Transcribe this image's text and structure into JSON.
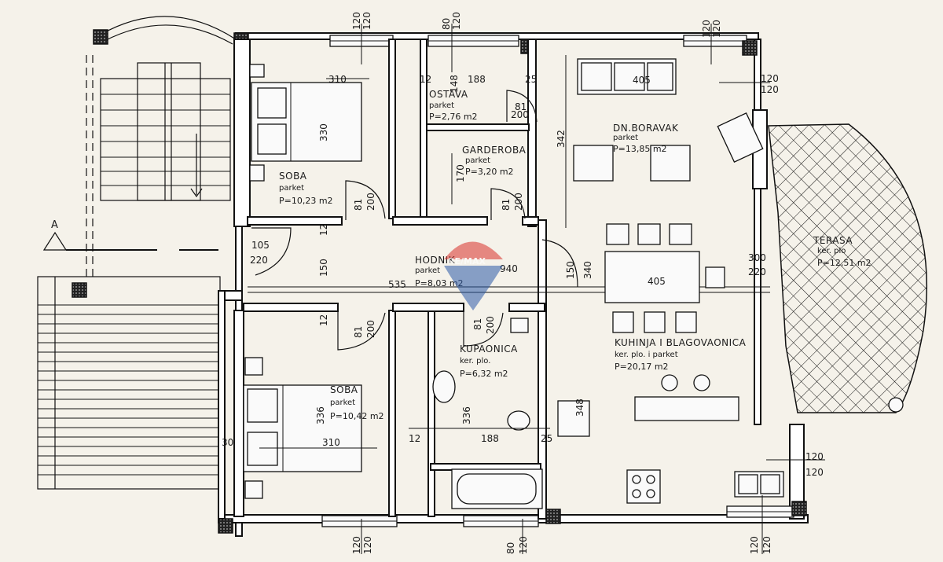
{
  "rooms": {
    "soba_top": {
      "name": "SOBA",
      "floor": "parket",
      "area": "P=10,23 m2"
    },
    "ostava": {
      "name": "OSTAVA",
      "floor": "parket",
      "area": "P=2,76 m2"
    },
    "garderoba": {
      "name": "GARDEROBA",
      "floor": "parket",
      "area": "P=3,20 m2"
    },
    "dn_boravak": {
      "name": "DN.BORAVAK",
      "floor": "parket",
      "area": "P=13,85 m2"
    },
    "hodnik": {
      "name": "HODNIK",
      "floor": "parket",
      "area": "P=8,03 m2"
    },
    "soba_bottom": {
      "name": "SOBA",
      "floor": "parket",
      "area": "P=10,42 m2"
    },
    "kupaonica": {
      "name": "KUPAONICA",
      "floor": "ker. plo.",
      "area": "P=6,32 m2"
    },
    "kuhinja": {
      "name": "KUHINJA I BLAGOVAONICA",
      "floor": "ker. plo. i parket",
      "area": "P=20,17 m2"
    },
    "terasa": {
      "name": "TERASA",
      "floor": "ker. plo",
      "area": "P=12,51 m2"
    }
  },
  "section_marker": "A",
  "dimensions": {
    "top_120a": "120",
    "top_120b": "120",
    "top_80": "80",
    "top_120c": "120",
    "top_120d": "120",
    "top_120e": "120",
    "d310_top": "310",
    "d12_top": "12",
    "d148": "148",
    "d188_top": "188",
    "d25_top": "25",
    "d405_top": "405",
    "d120_r1": "120",
    "d120_r2": "120",
    "d330": "330",
    "d342": "342",
    "d170": "170",
    "d81a": "81",
    "d200a": "200",
    "d81b": "81",
    "d200b": "200",
    "d81c": "81",
    "d200c": "200",
    "d105": "105",
    "d220_left": "220",
    "d12_mid": "12",
    "d150_left": "150",
    "d940": "940",
    "d535": "535",
    "d150_right": "150",
    "d340": "340",
    "d300": "300",
    "d220_right": "220",
    "d405_mid": "405",
    "d12_lower": "12",
    "d81d": "81",
    "d200d": "200",
    "d81e": "81",
    "d200e": "200",
    "d336_left": "336",
    "d336_right": "336",
    "d348": "348",
    "d30": "30",
    "d310_bot": "310",
    "d12_bot": "12",
    "d188_bot": "188",
    "d25_bot": "25",
    "d120_r3": "120",
    "d120_r4": "120",
    "bot_120a": "120",
    "bot_120b": "120",
    "bot_80": "80",
    "bot_120c": "120",
    "bot_120d": "120",
    "bot_120e": "120"
  },
  "watermark": "RE/MAX",
  "colors": {
    "ink": "#111111",
    "paper": "#f5f2ea",
    "watermark_red": "#d9302b",
    "watermark_blue": "#2d5aa8"
  }
}
